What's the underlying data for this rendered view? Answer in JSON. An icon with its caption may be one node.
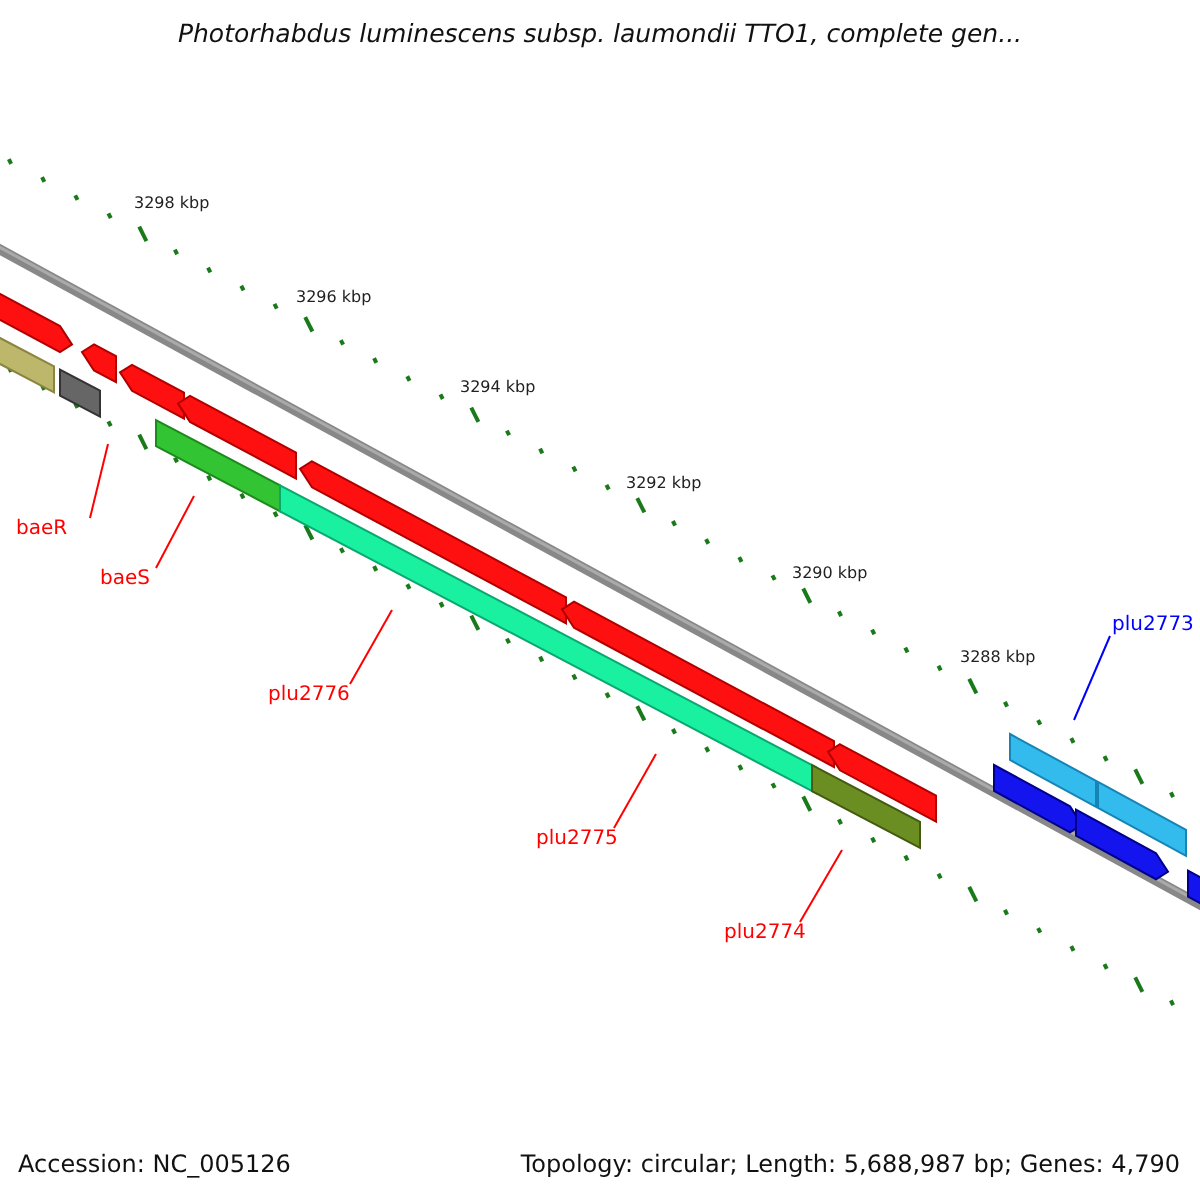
{
  "diagram": {
    "title": "Photorhabdus luminescens subsp. laumondii TTO1, complete gen...",
    "nodes": [
      {
        "text": [
          "baeR"
        ]
      },
      {
        "text": [
          "baeS"
        ]
      },
      {
        "text": [
          "plu2776"
        ]
      },
      {
        "text": [
          "plu2775"
        ]
      },
      {
        "text": [
          "plu2774"
        ]
      },
      {
        "text": [
          "plu2773"
        ]
      }
    ],
    "edges": [
      {
        "from": 0,
        "to": null,
        "arrow": "none"
      },
      {
        "from": 1,
        "to": null,
        "arrow": "none"
      },
      {
        "from": 2,
        "to": null,
        "arrow": "none"
      },
      {
        "from": 3,
        "to": null,
        "arrow": "none"
      },
      {
        "from": 4,
        "to": null,
        "arrow": "none"
      },
      {
        "from": 5,
        "to": null,
        "arrow": "none",
        "color": "#0000ff"
      }
    ],
    "labels": [
      "3298 kbp",
      "3296 kbp",
      "3294 kbp",
      "3292 kbp",
      "3290 kbp",
      "3288 kbp",
      "Accession: NC_005126",
      "Topology: circular; Length: 5,688,987 bp; Genes: 4,790"
    ]
  }
}
